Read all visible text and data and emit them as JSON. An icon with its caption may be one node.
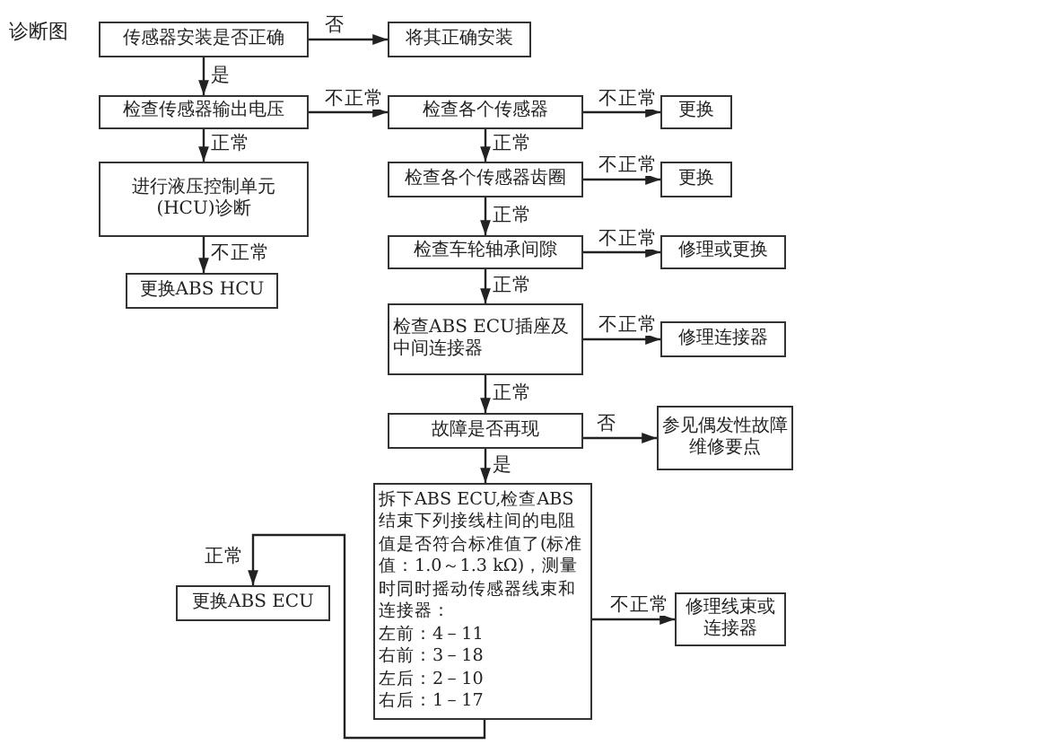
{
  "diagram": {
    "title": "诊断图",
    "nodes": [
      {
        "text": [
          "传感器安装是否正确"
        ]
      },
      {
        "text": [
          "将其正确安装"
        ]
      },
      {
        "text": [
          "检查传感器输出电压"
        ]
      },
      {
        "text": [
          "进行液压控制单元(HCU)诊断"
        ]
      },
      {
        "text": [
          "更换ABS HCU"
        ]
      },
      {
        "text": [
          "检查各个传感器"
        ]
      },
      {
        "text": [
          "更换"
        ]
      },
      {
        "text": [
          "检查各个传感器齿圈"
        ]
      },
      {
        "text": [
          "更换"
        ]
      },
      {
        "text": [
          "检查车轮轴承间隙"
        ]
      },
      {
        "text": [
          "修理或更换"
        ]
      },
      {
        "text": [
          "检查ABS ECU插座及中间连接器"
        ]
      },
      {
        "text": [
          "修理连接器"
        ]
      },
      {
        "text": [
          "故障是否再现"
        ]
      },
      {
        "text": [
          "参见偶发性故障维修要点"
        ]
      },
      {
        "text": [
          "拆下ABS ECU,检查ABS结束下列接线柱间的电阻值是否符合标准值了(标准值：1.0～1.3 kΩ)，测量时同时摇动传感器线束和连接器：",
          "左前：4－11",
          "右前：3－18",
          "左后：2－10",
          "右后：1－17"
        ]
      },
      {
        "text": [
          "修理线束或连接器"
        ]
      },
      {
        "text": [
          "更换ABS ECU"
        ]
      }
    ],
    "edges": [
      {
        "from": 0,
        "to": 1,
        "arrow": "to",
        "label": "否"
      },
      {
        "from": 0,
        "to": 2,
        "arrow": "to",
        "label": "是"
      },
      {
        "from": 2,
        "to": 5,
        "arrow": "to",
        "label": "不正常"
      },
      {
        "from": 2,
        "to": 3,
        "arrow": "to",
        "label": "正常"
      },
      {
        "from": 3,
        "to": 4,
        "arrow": "to",
        "label": "不正常"
      },
      {
        "from": 5,
        "to": 6,
        "arrow": "to",
        "label": "不正常"
      },
      {
        "from": 5,
        "to": 7,
        "arrow": "to",
        "label": "正常"
      },
      {
        "from": 7,
        "to": 8,
        "arrow": "to",
        "label": "不正常"
      },
      {
        "from": 7,
        "to": 9,
        "arrow": "to",
        "label": "正常"
      },
      {
        "from": 9,
        "to": 10,
        "arrow": "to",
        "label": "不正常"
      },
      {
        "from": 9,
        "to": 11,
        "arrow": "to",
        "label": "正常"
      },
      {
        "from": 11,
        "to": 12,
        "arrow": "to",
        "label": "不正常"
      },
      {
        "from": 11,
        "to": 13,
        "arrow": "to",
        "label": "正常"
      },
      {
        "from": 13,
        "to": 14,
        "arrow": "to",
        "label": "否"
      },
      {
        "from": 13,
        "to": 15,
        "arrow": "to",
        "label": "是"
      },
      {
        "from": 15,
        "to": 16,
        "arrow": "to",
        "label": "不正常"
      },
      {
        "from": 15,
        "to": 17,
        "arrow": "to",
        "label": "正常"
      }
    ]
  }
}
